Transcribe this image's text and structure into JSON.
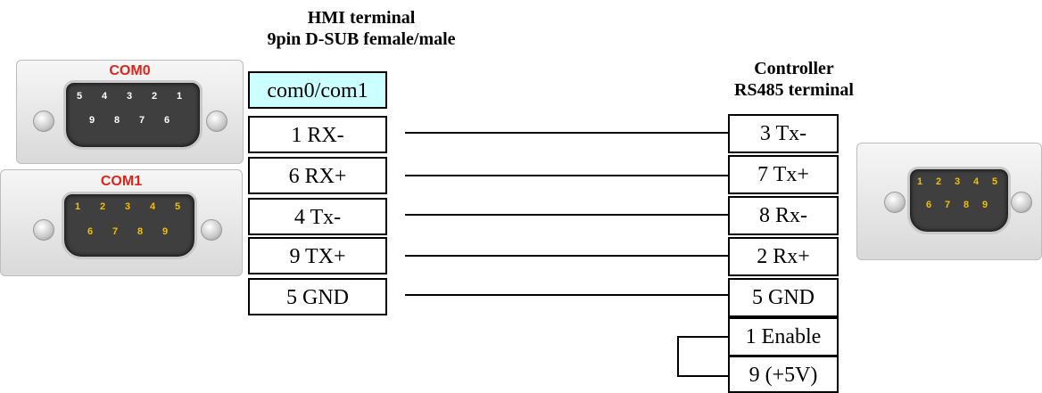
{
  "hmi": {
    "title_line1": "HMI terminal",
    "title_line2": "9pin D-SUB female/male",
    "header": "com0/com1",
    "pins": [
      "1 RX-",
      "6 RX+",
      "4 Tx-",
      "9 TX+",
      "5 GND"
    ]
  },
  "controller": {
    "title_line1": "Controller",
    "title_line2": "RS485 terminal",
    "pins": [
      "3 Tx-",
      "7 Tx+",
      "8 Rx-",
      "2 Rx+",
      "5 GND",
      "1 Enable",
      "9 (+5V)"
    ]
  },
  "connectors": {
    "com0": {
      "label": "COM0",
      "row1": [
        "5",
        "4",
        "3",
        "2",
        "1"
      ],
      "row2": [
        "9",
        "8",
        "7",
        "6"
      ]
    },
    "com1": {
      "label": "COM1",
      "row1": [
        "1",
        "2",
        "3",
        "4",
        "5"
      ],
      "row2": [
        "6",
        "7",
        "8",
        "9"
      ]
    },
    "controller_plug": {
      "row1": [
        "1",
        "2",
        "3",
        "4",
        "5"
      ],
      "row2": [
        "6",
        "7",
        "8",
        "9"
      ]
    }
  },
  "colors": {
    "header_fill": "#ccffff",
    "connector_label": "#e0241c"
  }
}
